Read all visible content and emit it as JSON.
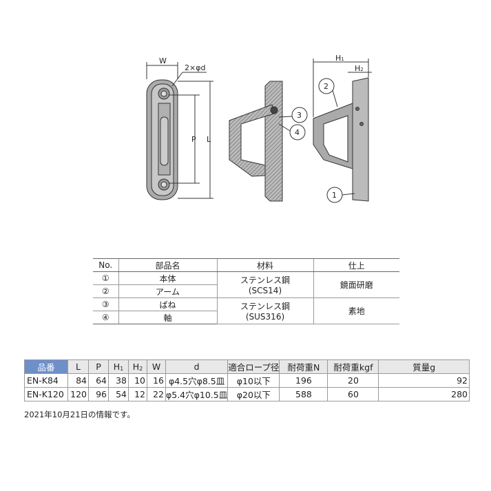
{
  "drawing": {
    "labels": {
      "W": "W",
      "d": "2×φd",
      "P": "P",
      "L": "L",
      "H1": "H",
      "H1_sub": "1",
      "H2": "H",
      "H2_sub": "2"
    },
    "callouts": [
      "1",
      "2",
      "3",
      "4"
    ]
  },
  "parts_table": {
    "headers": [
      "No.",
      "部品名",
      "材料",
      "仕上"
    ],
    "rows": [
      {
        "no": "①",
        "name": "本体"
      },
      {
        "no": "②",
        "name": "アーム"
      },
      {
        "no": "③",
        "name": "ばね"
      },
      {
        "no": "④",
        "name": "軸"
      }
    ],
    "materials": [
      {
        "line1": "ステンレス鋼",
        "line2": "(SCS14)"
      },
      {
        "line1": "ステンレス鋼",
        "line2": "(SUS316)"
      }
    ],
    "finishes": [
      "鏡面研磨",
      "素地"
    ]
  },
  "spec_table": {
    "headers": {
      "part": "品番",
      "L": "L",
      "P": "P",
      "H1": "H",
      "H1_sub": "1",
      "H2": "H",
      "H2_sub": "2",
      "W": "W",
      "d": "d",
      "rope": "適合ロープ径",
      "load_n": "耐荷重N",
      "load_kgf": "耐荷重kgf",
      "mass": "質量g"
    },
    "rows": [
      {
        "part": "EN-K84",
        "L": "84",
        "P": "64",
        "H1": "38",
        "H2": "10",
        "W": "16",
        "d": "φ4.5穴φ8.5皿",
        "rope": "φ10以下",
        "load_n": "196",
        "load_kgf": "20",
        "mass": "92"
      },
      {
        "part": "EN-K120",
        "L": "120",
        "P": "96",
        "H1": "54",
        "H2": "12",
        "W": "22",
        "d": "φ5.4穴φ10.5皿",
        "rope": "φ20以下",
        "load_n": "588",
        "load_kgf": "60",
        "mass": "280"
      }
    ],
    "header_color": "#6f8fc9"
  },
  "note": "2021年10月21日の情報です。"
}
